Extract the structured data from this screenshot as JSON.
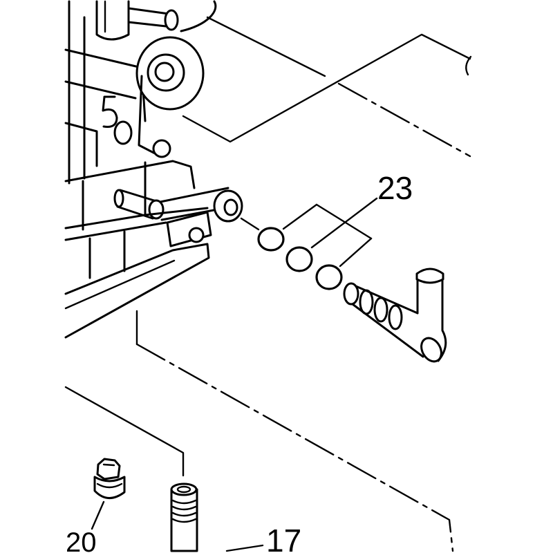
{
  "diagram": {
    "callouts": {
      "o_rings": "23",
      "stud": "17",
      "screw": "20"
    }
  },
  "colors": {
    "line": "#000000",
    "background": "#ffffff"
  }
}
